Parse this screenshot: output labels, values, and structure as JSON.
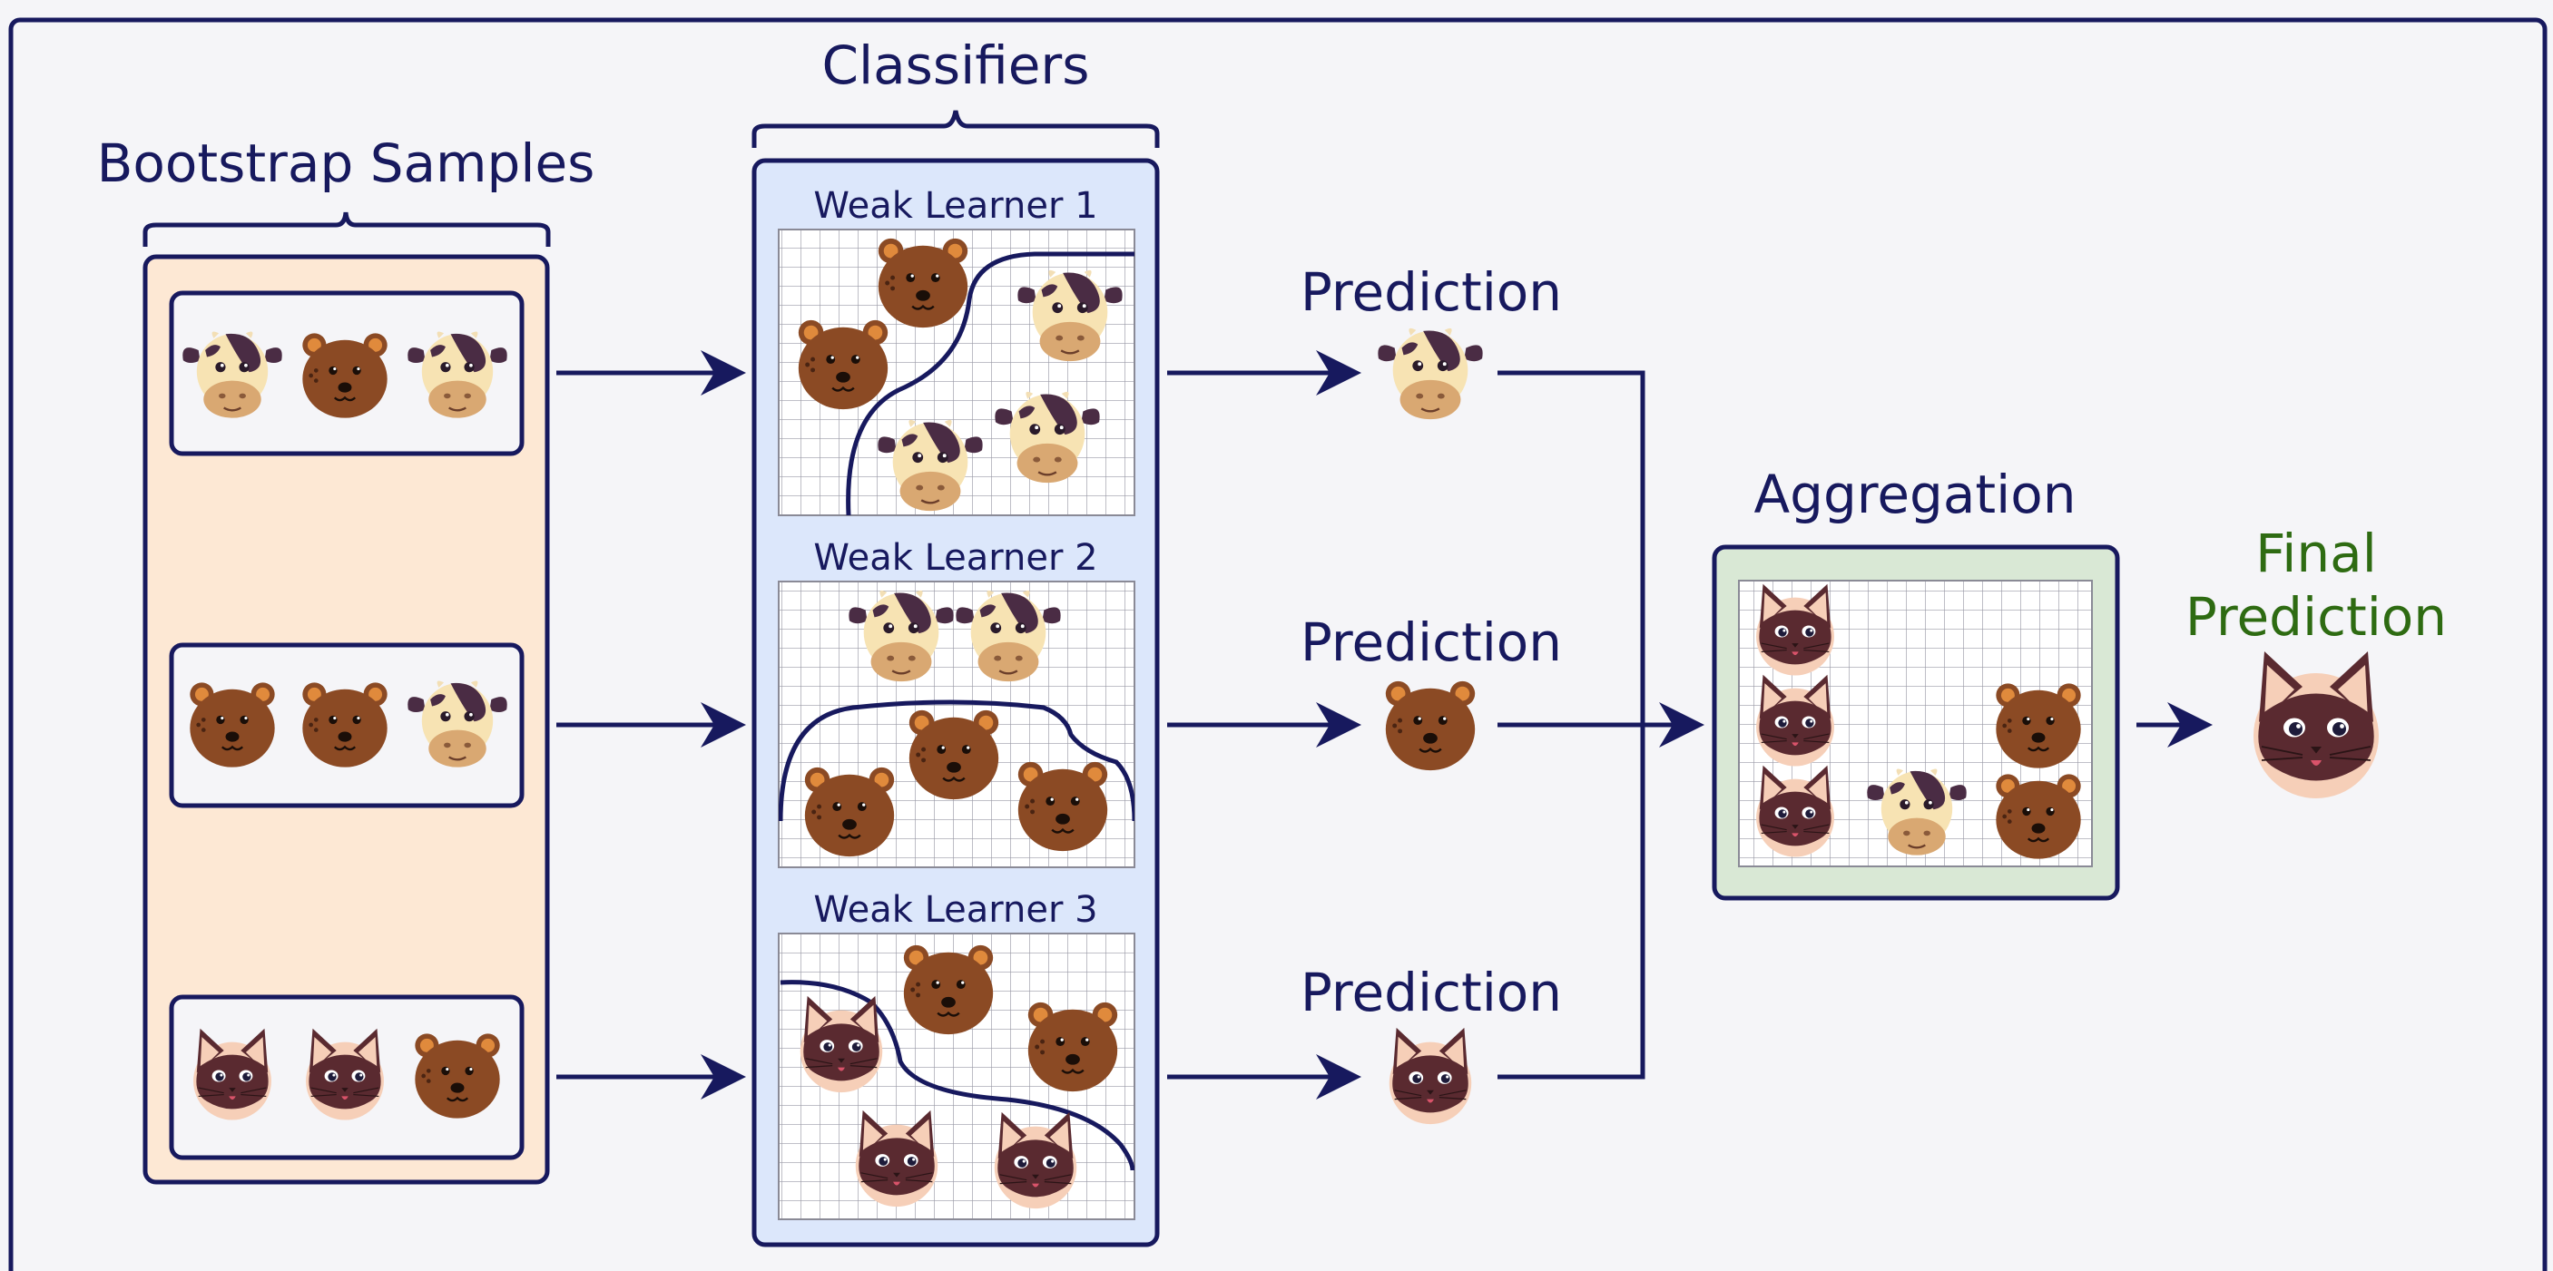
{
  "titles": {
    "bootstrap": "Bootstrap Samples",
    "classifiers": "Classifiers",
    "aggregation": "Aggregation",
    "final_line1": "Final",
    "final_line2": "Prediction"
  },
  "learners": [
    {
      "label": "Weak Learner 1",
      "prediction_label": "Prediction",
      "prediction": "cow"
    },
    {
      "label": "Weak Learner 2",
      "prediction_label": "Prediction",
      "prediction": "bear"
    },
    {
      "label": "Weak Learner 3",
      "prediction_label": "Prediction",
      "prediction": "cat"
    }
  ],
  "bootstrap_samples": [
    [
      "cow",
      "bear",
      "cow"
    ],
    [
      "bear",
      "bear",
      "cow"
    ],
    [
      "cat",
      "cat",
      "bear"
    ]
  ],
  "aggregation_votes": [
    "cat",
    "cat",
    "cat",
    "cow",
    "bear",
    "bear"
  ],
  "final_prediction": "cat",
  "colors": {
    "navy": "#17195e",
    "bootstrap_fill": "#fde8d4",
    "classifier_fill": "#dce7fb",
    "aggregation_fill": "#d9e8d5",
    "final_text": "#2e6b12"
  }
}
